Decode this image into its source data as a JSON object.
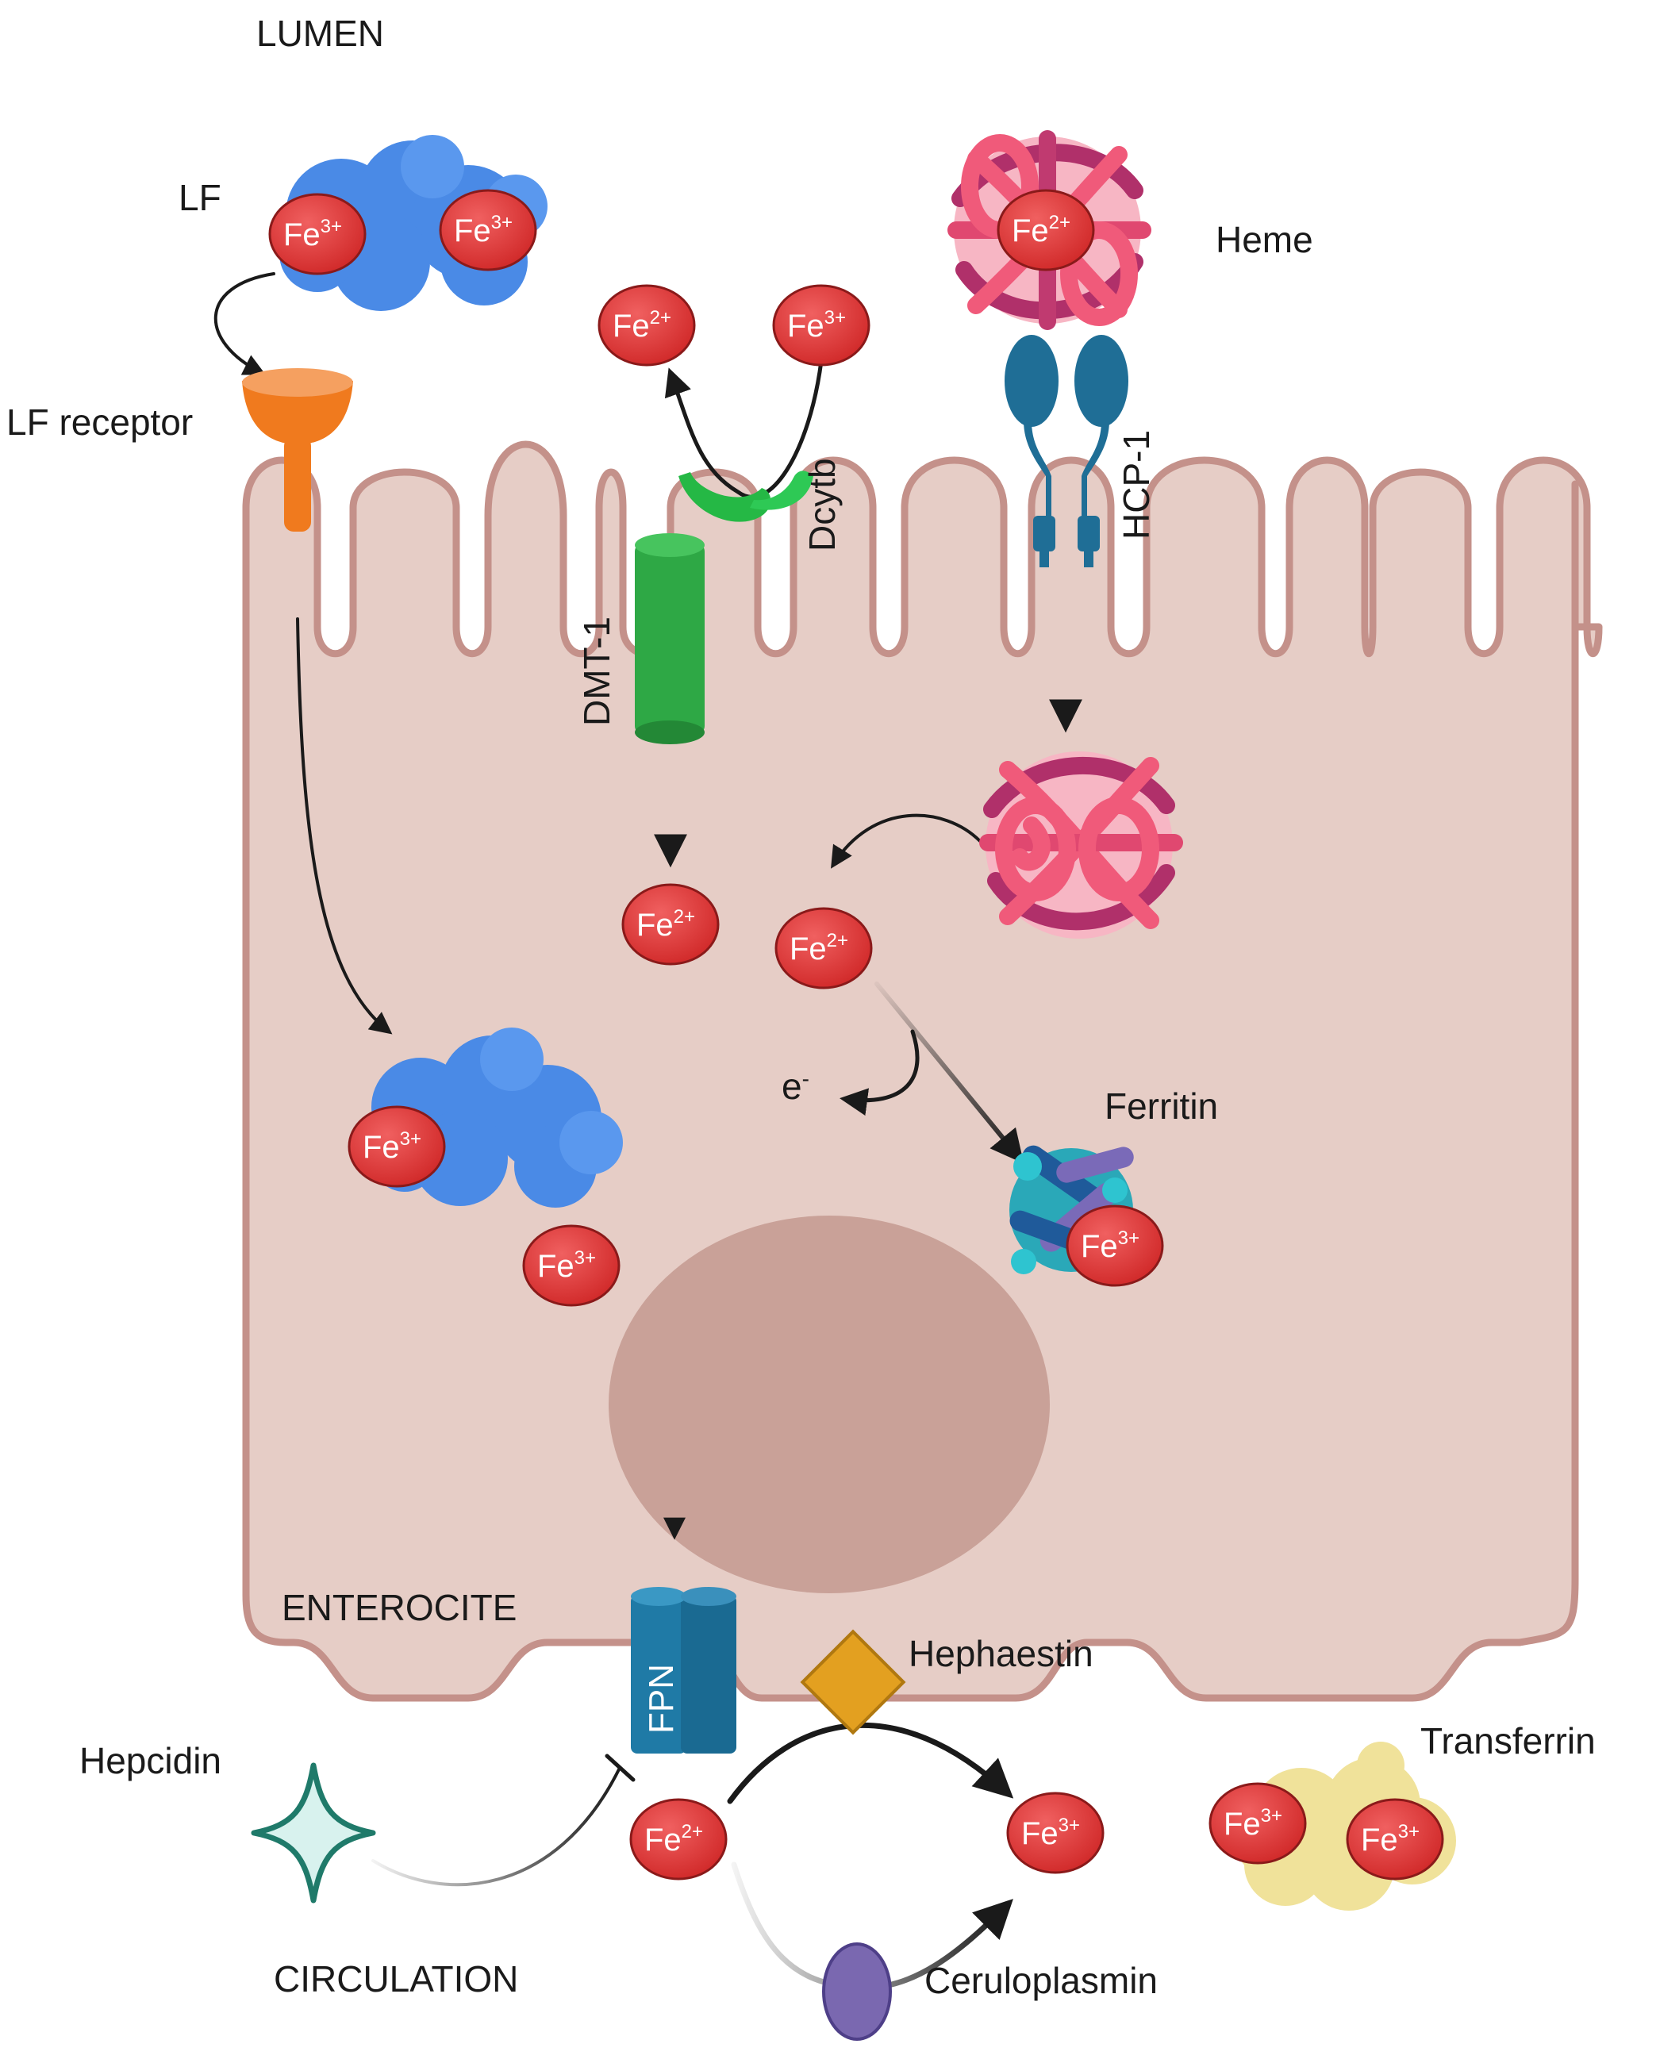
{
  "labels": {
    "lumen": "LUMEN",
    "lf": "LF",
    "lf_receptor": "LF receptor",
    "heme": "Heme",
    "dcytb": "Dcytb",
    "dmt1": "DMT-1",
    "hcp1": "HCP-1",
    "ferritin": "Ferritin",
    "electron": "e",
    "electron_sup": "-",
    "enterocite": "ENTEROCITE",
    "fpn": "FPN",
    "hephaestin": "Hephaestin",
    "transferrin": "Transferrin",
    "hepcidin": "Hepcidin",
    "circulation": "CIRCULATION",
    "ceruloplasmin": "Ceruloplasmin"
  },
  "ions": {
    "fe": "Fe",
    "ferric": "3+",
    "ferrous": "2+"
  },
  "colors": {
    "cell_fill": "#e6cdc6",
    "cell_stroke": "#c4918a",
    "nucleus": "#c9a198",
    "iron_red": "#e23a3a",
    "lactoferrin_blue": "#4a8ae6",
    "transferrin_yellow": "#f0e29a",
    "receptor_orange": "#f07a1e",
    "dmt1_green": "#2ea845",
    "dcytb_green": "#25b845",
    "hcp1_blue": "#1f6e96",
    "fpn_blue": "#1f7aa6",
    "hephaestin_gold": "#e3a020",
    "ceruloplasmin_purple": "#7a68b0",
    "hepcidin_teal": "#1f7a6a",
    "heme_pink": "#f05a7a",
    "heme_maroon": "#b0306a",
    "ferritin_navy": "#1f5a9a",
    "ferritin_teal": "#2aa8b8"
  }
}
